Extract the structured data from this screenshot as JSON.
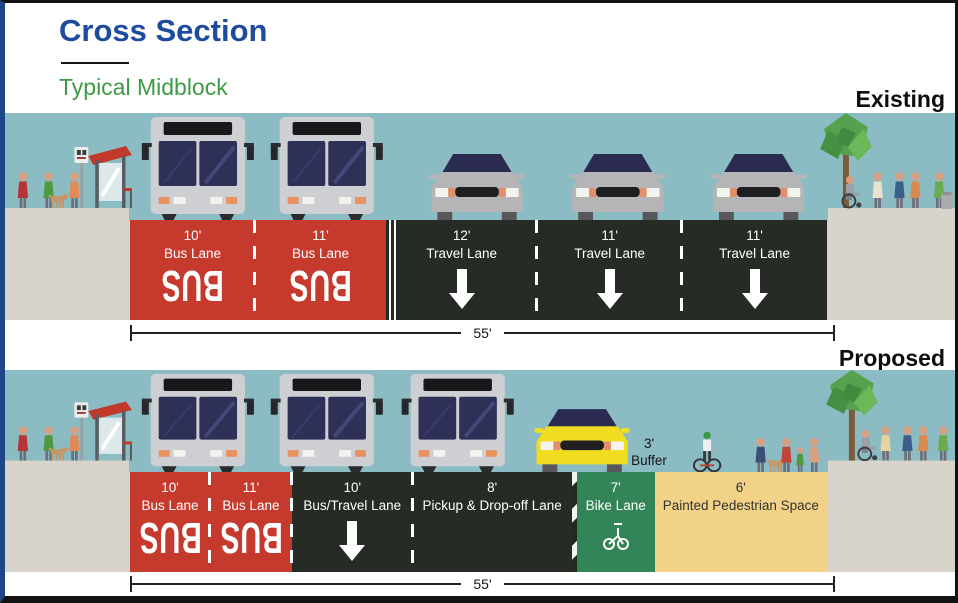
{
  "header": {
    "title": "Cross Section",
    "subtitle": "Typical Midblock"
  },
  "markings": {
    "bus_lane_text": "BUS"
  },
  "sections": [
    {
      "label": "Existing",
      "total_width": "55'",
      "lanes": [
        {
          "width": "10'",
          "name": "Bus Lane"
        },
        {
          "width": "11'",
          "name": "Bus Lane"
        },
        {
          "width": "12'",
          "name": "Travel Lane"
        },
        {
          "width": "11'",
          "name": "Travel Lane"
        },
        {
          "width": "11'",
          "name": "Travel Lane"
        }
      ],
      "scene_icons": [
        "pedestrian",
        "dog",
        "bus-stop-sign",
        "bus-shelter",
        "bus",
        "bus",
        "car",
        "car",
        "car",
        "tree",
        "wheelchair-user",
        "pedestrian-group",
        "trash-can"
      ]
    },
    {
      "label": "Proposed",
      "total_width": "55'",
      "lanes": [
        {
          "width": "10'",
          "name": "Bus Lane"
        },
        {
          "width": "11'",
          "name": "Bus Lane"
        },
        {
          "width": "10'",
          "name": "Bus/Travel Lane"
        },
        {
          "width": "8'",
          "name": "Pickup & Drop-off Lane"
        },
        {
          "width": "3'",
          "name": "Buffer"
        },
        {
          "width": "7'",
          "name": "Bike Lane"
        },
        {
          "width": "6'",
          "name": "Painted Pedestrian Space"
        }
      ],
      "scene_icons": [
        "pedestrian",
        "dog",
        "bus-stop-sign",
        "bus-shelter",
        "bus",
        "bus",
        "bus",
        "taxi",
        "cyclist",
        "pedestrian-group",
        "tree",
        "wheelchair-user",
        "pedestrian-group"
      ]
    }
  ],
  "colors": {
    "title_blue": "#1d4b9d",
    "subtitle_green": "#3e9a46",
    "bus_lane_red": "#c53a2d",
    "travel_lane_dark": "#262b26",
    "bike_lane_green": "#338457",
    "painted_space_tan": "#f1d287",
    "sky": "#8cbcc3",
    "sidewalk": "#d8d4cb"
  }
}
